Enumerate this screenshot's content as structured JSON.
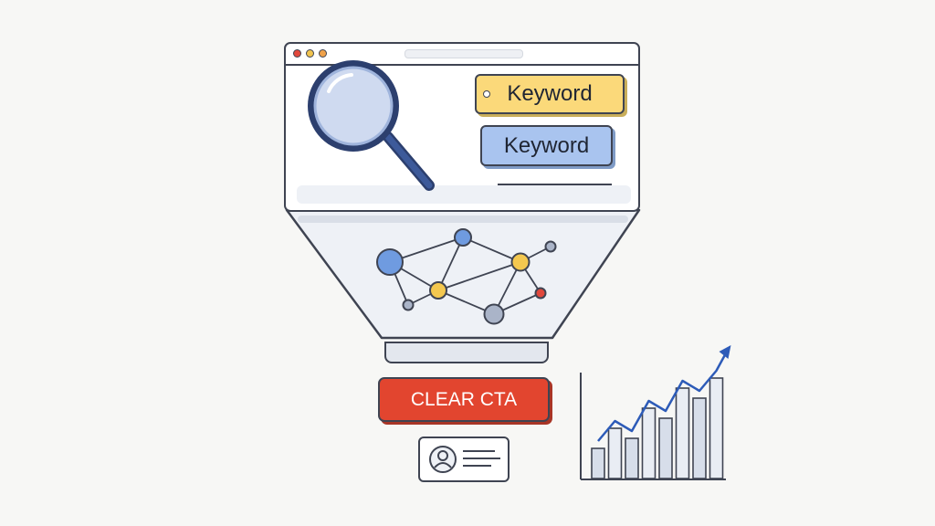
{
  "keywords": {
    "tag_label": "Keyword",
    "box_label": "Keyword"
  },
  "cta": {
    "label": "CLEAR CTA"
  },
  "colors": {
    "outline": "#3f4452",
    "cta_red": "#e2452f",
    "tag_yellow": "#fbd97a",
    "box_blue": "#a9c4ef",
    "node_blue": "#6f9be0",
    "node_yellow": "#f4c84f",
    "node_gray": "#aab4c8",
    "node_red": "#e1483c",
    "arrow_blue": "#2d5bb8"
  },
  "icons": {
    "magnifier": "magnifying-glass-icon",
    "network": "network-graph-icon",
    "profile": "profile-card-icon",
    "growth": "growth-chart-icon"
  },
  "chart_data": {
    "type": "bar",
    "values": [
      3,
      5,
      4,
      7,
      6,
      9,
      8,
      10
    ],
    "trend": "rising"
  }
}
